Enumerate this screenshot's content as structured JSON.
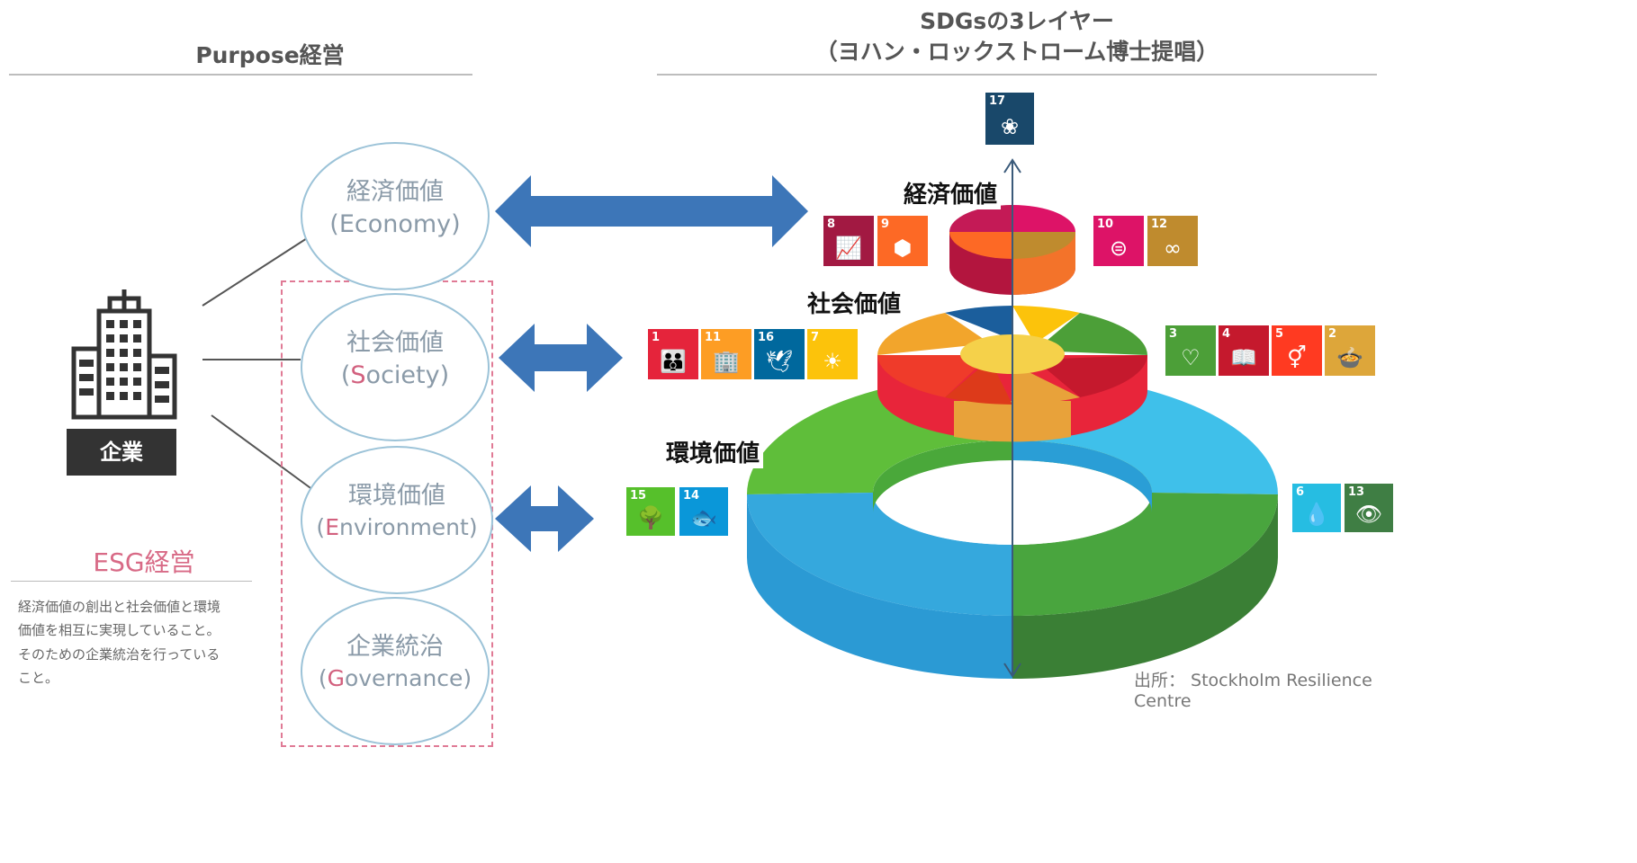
{
  "left": {
    "header": "Purpose経営",
    "company_label": "企業",
    "values": [
      {
        "jp": "経済価値",
        "pre": "(",
        "initial": "E",
        "rest": "conomy)",
        "initial_colored": false
      },
      {
        "jp": "社会価値",
        "pre": "(",
        "initial": "S",
        "rest": "ociety)",
        "initial_colored": true
      },
      {
        "jp": "環境価値",
        "pre": "(",
        "initial": "E",
        "rest": "nvironment)",
        "initial_colored": true
      },
      {
        "jp": "企業統治",
        "pre": "(",
        "initial": "G",
        "rest": "overnance)",
        "initial_colored": true
      }
    ],
    "esg": {
      "title": "ESG経営",
      "lines": [
        "経済価値の創出と社会価値と環境",
        "価値を相互に実現していること。",
        "そのための企業統治を行っている",
        "こと。"
      ]
    }
  },
  "right": {
    "header_line1": "SDGsの3レイヤー",
    "header_line2": "（ヨハン・ロックストローム博士提唱）",
    "layer_labels": {
      "economy": "経済価値",
      "society": "社会価値",
      "environment": "環境価値"
    },
    "source": "出所： Stockholm Resilience Centre"
  },
  "colors": {
    "arrow": "#3d76b8",
    "accent_pink": "#d86a86",
    "biosphere_green": "#56b84a",
    "biosphere_dark_green": "#3f8a3c",
    "biosphere_blue": "#2fa6d9",
    "biosphere_light_blue": "#3cc2ea"
  },
  "sdg_icons": [
    {
      "id": "goal-17",
      "num": "17",
      "color": "#19486a",
      "glyph": "❀"
    },
    {
      "id": "goal-8",
      "num": "8",
      "color": "#a21942",
      "glyph": "📈"
    },
    {
      "id": "goal-9",
      "num": "9",
      "color": "#fd6925",
      "glyph": "⬢"
    },
    {
      "id": "goal-10",
      "num": "10",
      "color": "#dd1367",
      "glyph": "⊜"
    },
    {
      "id": "goal-12",
      "num": "12",
      "color": "#bf8b2e",
      "glyph": "∞"
    },
    {
      "id": "goal-1",
      "num": "1",
      "color": "#e5243b",
      "glyph": "👪"
    },
    {
      "id": "goal-11",
      "num": "11",
      "color": "#fd9d24",
      "glyph": "🏢"
    },
    {
      "id": "goal-16",
      "num": "16",
      "color": "#00689d",
      "glyph": "🕊"
    },
    {
      "id": "goal-7",
      "num": "7",
      "color": "#fcc30b",
      "glyph": "☀"
    },
    {
      "id": "goal-3",
      "num": "3",
      "color": "#4c9f38",
      "glyph": "♡"
    },
    {
      "id": "goal-4",
      "num": "4",
      "color": "#c5192d",
      "glyph": "📖"
    },
    {
      "id": "goal-5",
      "num": "5",
      "color": "#ff3a21",
      "glyph": "⚥"
    },
    {
      "id": "goal-2",
      "num": "2",
      "color": "#dda63a",
      "glyph": "🍲"
    },
    {
      "id": "goal-15",
      "num": "15",
      "color": "#56c02b",
      "glyph": "🌳"
    },
    {
      "id": "goal-14",
      "num": "14",
      "color": "#0a97d9",
      "glyph": "🐟"
    },
    {
      "id": "goal-6",
      "num": "6",
      "color": "#26bde2",
      "glyph": "💧"
    },
    {
      "id": "goal-13",
      "num": "13",
      "color": "#3f7e44",
      "glyph": "👁"
    }
  ]
}
